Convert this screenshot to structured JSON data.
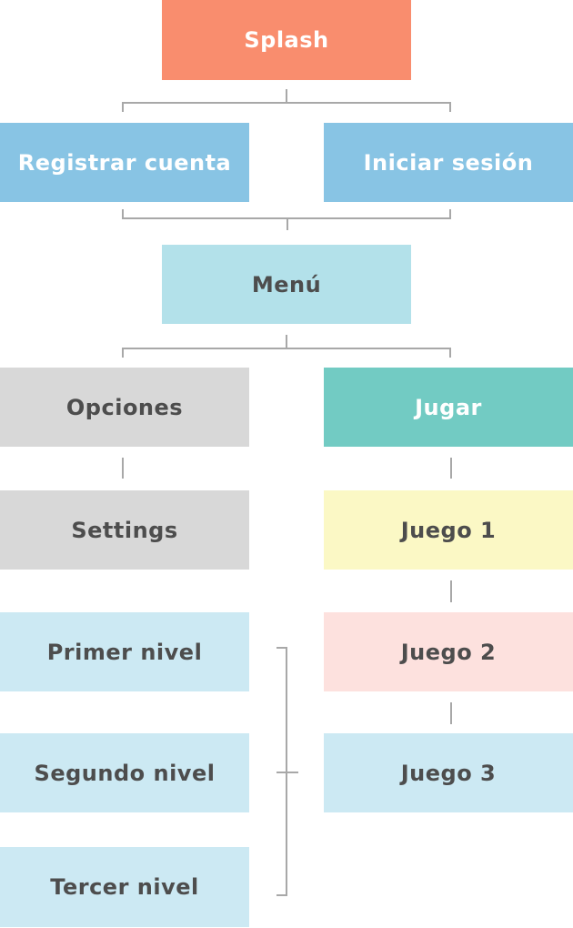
{
  "nodes": {
    "splash": {
      "label": "Splash",
      "color": "#f98d6e",
      "text_color": "#ffffff"
    },
    "registrar": {
      "label": "Registrar cuenta",
      "color": "#88c4e4",
      "text_color": "#ffffff"
    },
    "iniciar": {
      "label": "Iniciar sesión",
      "color": "#88c4e4",
      "text_color": "#ffffff"
    },
    "menu": {
      "label": "Menú",
      "color": "#b3e1ea",
      "text_color": "#4d4d4d"
    },
    "opciones": {
      "label": "Opciones",
      "color": "#d8d8d8",
      "text_color": "#4d4d4d"
    },
    "jugar": {
      "label": "Jugar",
      "color": "#72cbc3",
      "text_color": "#ffffff"
    },
    "settings": {
      "label": "Settings",
      "color": "#d8d8d8",
      "text_color": "#4d4d4d"
    },
    "juego1": {
      "label": "Juego 1",
      "color": "#fbf8c5",
      "text_color": "#4d4d4d"
    },
    "primer": {
      "label": "Primer nivel",
      "color": "#cce9f3",
      "text_color": "#4d4d4d"
    },
    "juego2": {
      "label": "Juego 2",
      "color": "#fde1de",
      "text_color": "#4d4d4d"
    },
    "segundo": {
      "label": "Segundo nivel",
      "color": "#cce9f3",
      "text_color": "#4d4d4d"
    },
    "juego3": {
      "label": "Juego 3",
      "color": "#cce9f3",
      "text_color": "#4d4d4d"
    },
    "tercer": {
      "label": "Tercer nivel",
      "color": "#cce9f3",
      "text_color": "#4d4d4d"
    }
  },
  "connector_color": "#a8a8a8"
}
